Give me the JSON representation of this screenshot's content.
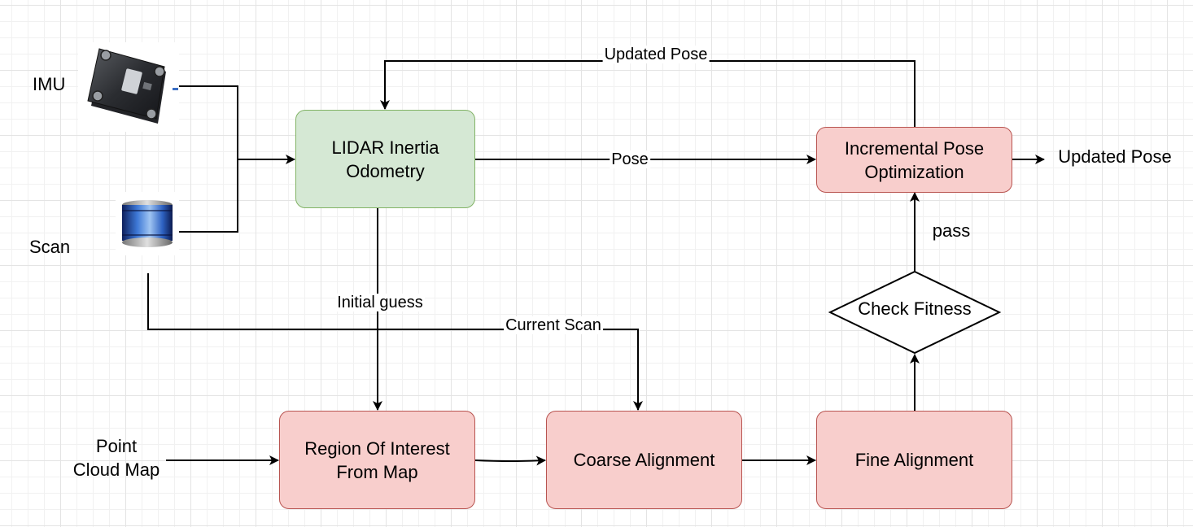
{
  "nodes": {
    "lio": {
      "line1": "LIDAR Inertia",
      "line2": "Odometry"
    },
    "ipo": {
      "line1": "Incremental Pose",
      "line2": "Optimization"
    },
    "roi": {
      "line1": "Region Of Interest",
      "line2": "From Map"
    },
    "coarse": {
      "label": "Coarse Alignment"
    },
    "fine": {
      "label": "Fine Alignment"
    },
    "fitness": {
      "label": "Check Fitness"
    }
  },
  "inputs": {
    "imu": "IMU",
    "scan": "Scan",
    "point_cloud_map": {
      "line1": "Point",
      "line2": "Cloud Map"
    }
  },
  "edges": {
    "pose": "Pose",
    "updated_pose_feedback": "Updated Pose",
    "updated_pose_output": "Updated Pose",
    "initial_guess": "Initial guess",
    "current_scan": "Current Scan",
    "pass": "pass"
  },
  "colors": {
    "process_fill": "#f8cecc",
    "process_stroke": "#b85450",
    "odometry_fill": "#d5e8d4",
    "odometry_stroke": "#82b366",
    "edge": "#000000"
  },
  "icons": {
    "imu": "imu-sensor-icon",
    "scan": "lidar-scanner-icon"
  }
}
